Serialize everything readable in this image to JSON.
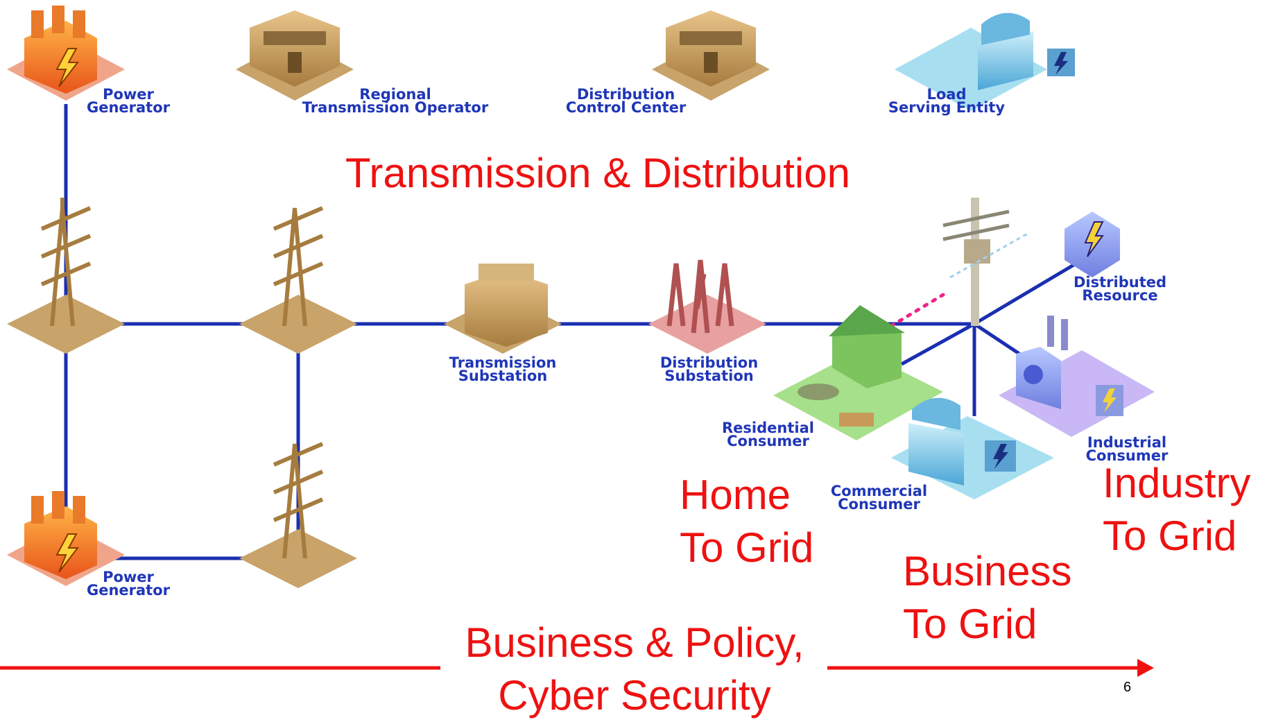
{
  "title": "Transmission & Distribution",
  "nodes": {
    "power_generator_top": [
      "Power",
      "Generator"
    ],
    "power_generator_bottom": [
      "Power",
      "Generator"
    ],
    "regional_transmission_operator": [
      "Regional",
      "Transmission Operator"
    ],
    "distribution_control_center": [
      "Distribution",
      "Control Center"
    ],
    "load_serving_entity": [
      "Load",
      "Serving Entity"
    ],
    "transmission_substation": [
      "Transmission",
      "Substation"
    ],
    "distribution_substation": [
      "Distribution",
      "Substation"
    ],
    "distributed_resource": [
      "Distributed",
      "Resource"
    ],
    "residential_consumer": [
      "Residential",
      "Consumer"
    ],
    "commercial_consumer": [
      "Commercial",
      "Consumer"
    ],
    "industrial_consumer": [
      "Industrial",
      "Consumer"
    ]
  },
  "overlays": {
    "home_to_grid": [
      "Home",
      "To Grid"
    ],
    "business_to_grid": [
      "Business",
      "To Grid"
    ],
    "industry_to_grid": [
      "Industry",
      "To Grid"
    ],
    "policy": [
      "Business & Policy,",
      "Cyber Security"
    ]
  },
  "page_number": "6",
  "colors": {
    "grid_line": "#1a2fb0",
    "overlay_text": "#ee1111",
    "label_text": "#1f36b8",
    "tower_tan": "#c8a36a",
    "substation_pink": "#e8a0a0",
    "consumer_green": "#8fd07a",
    "industry_purple": "#b9a6f0",
    "commercial_blue": "#7cc6e6"
  }
}
